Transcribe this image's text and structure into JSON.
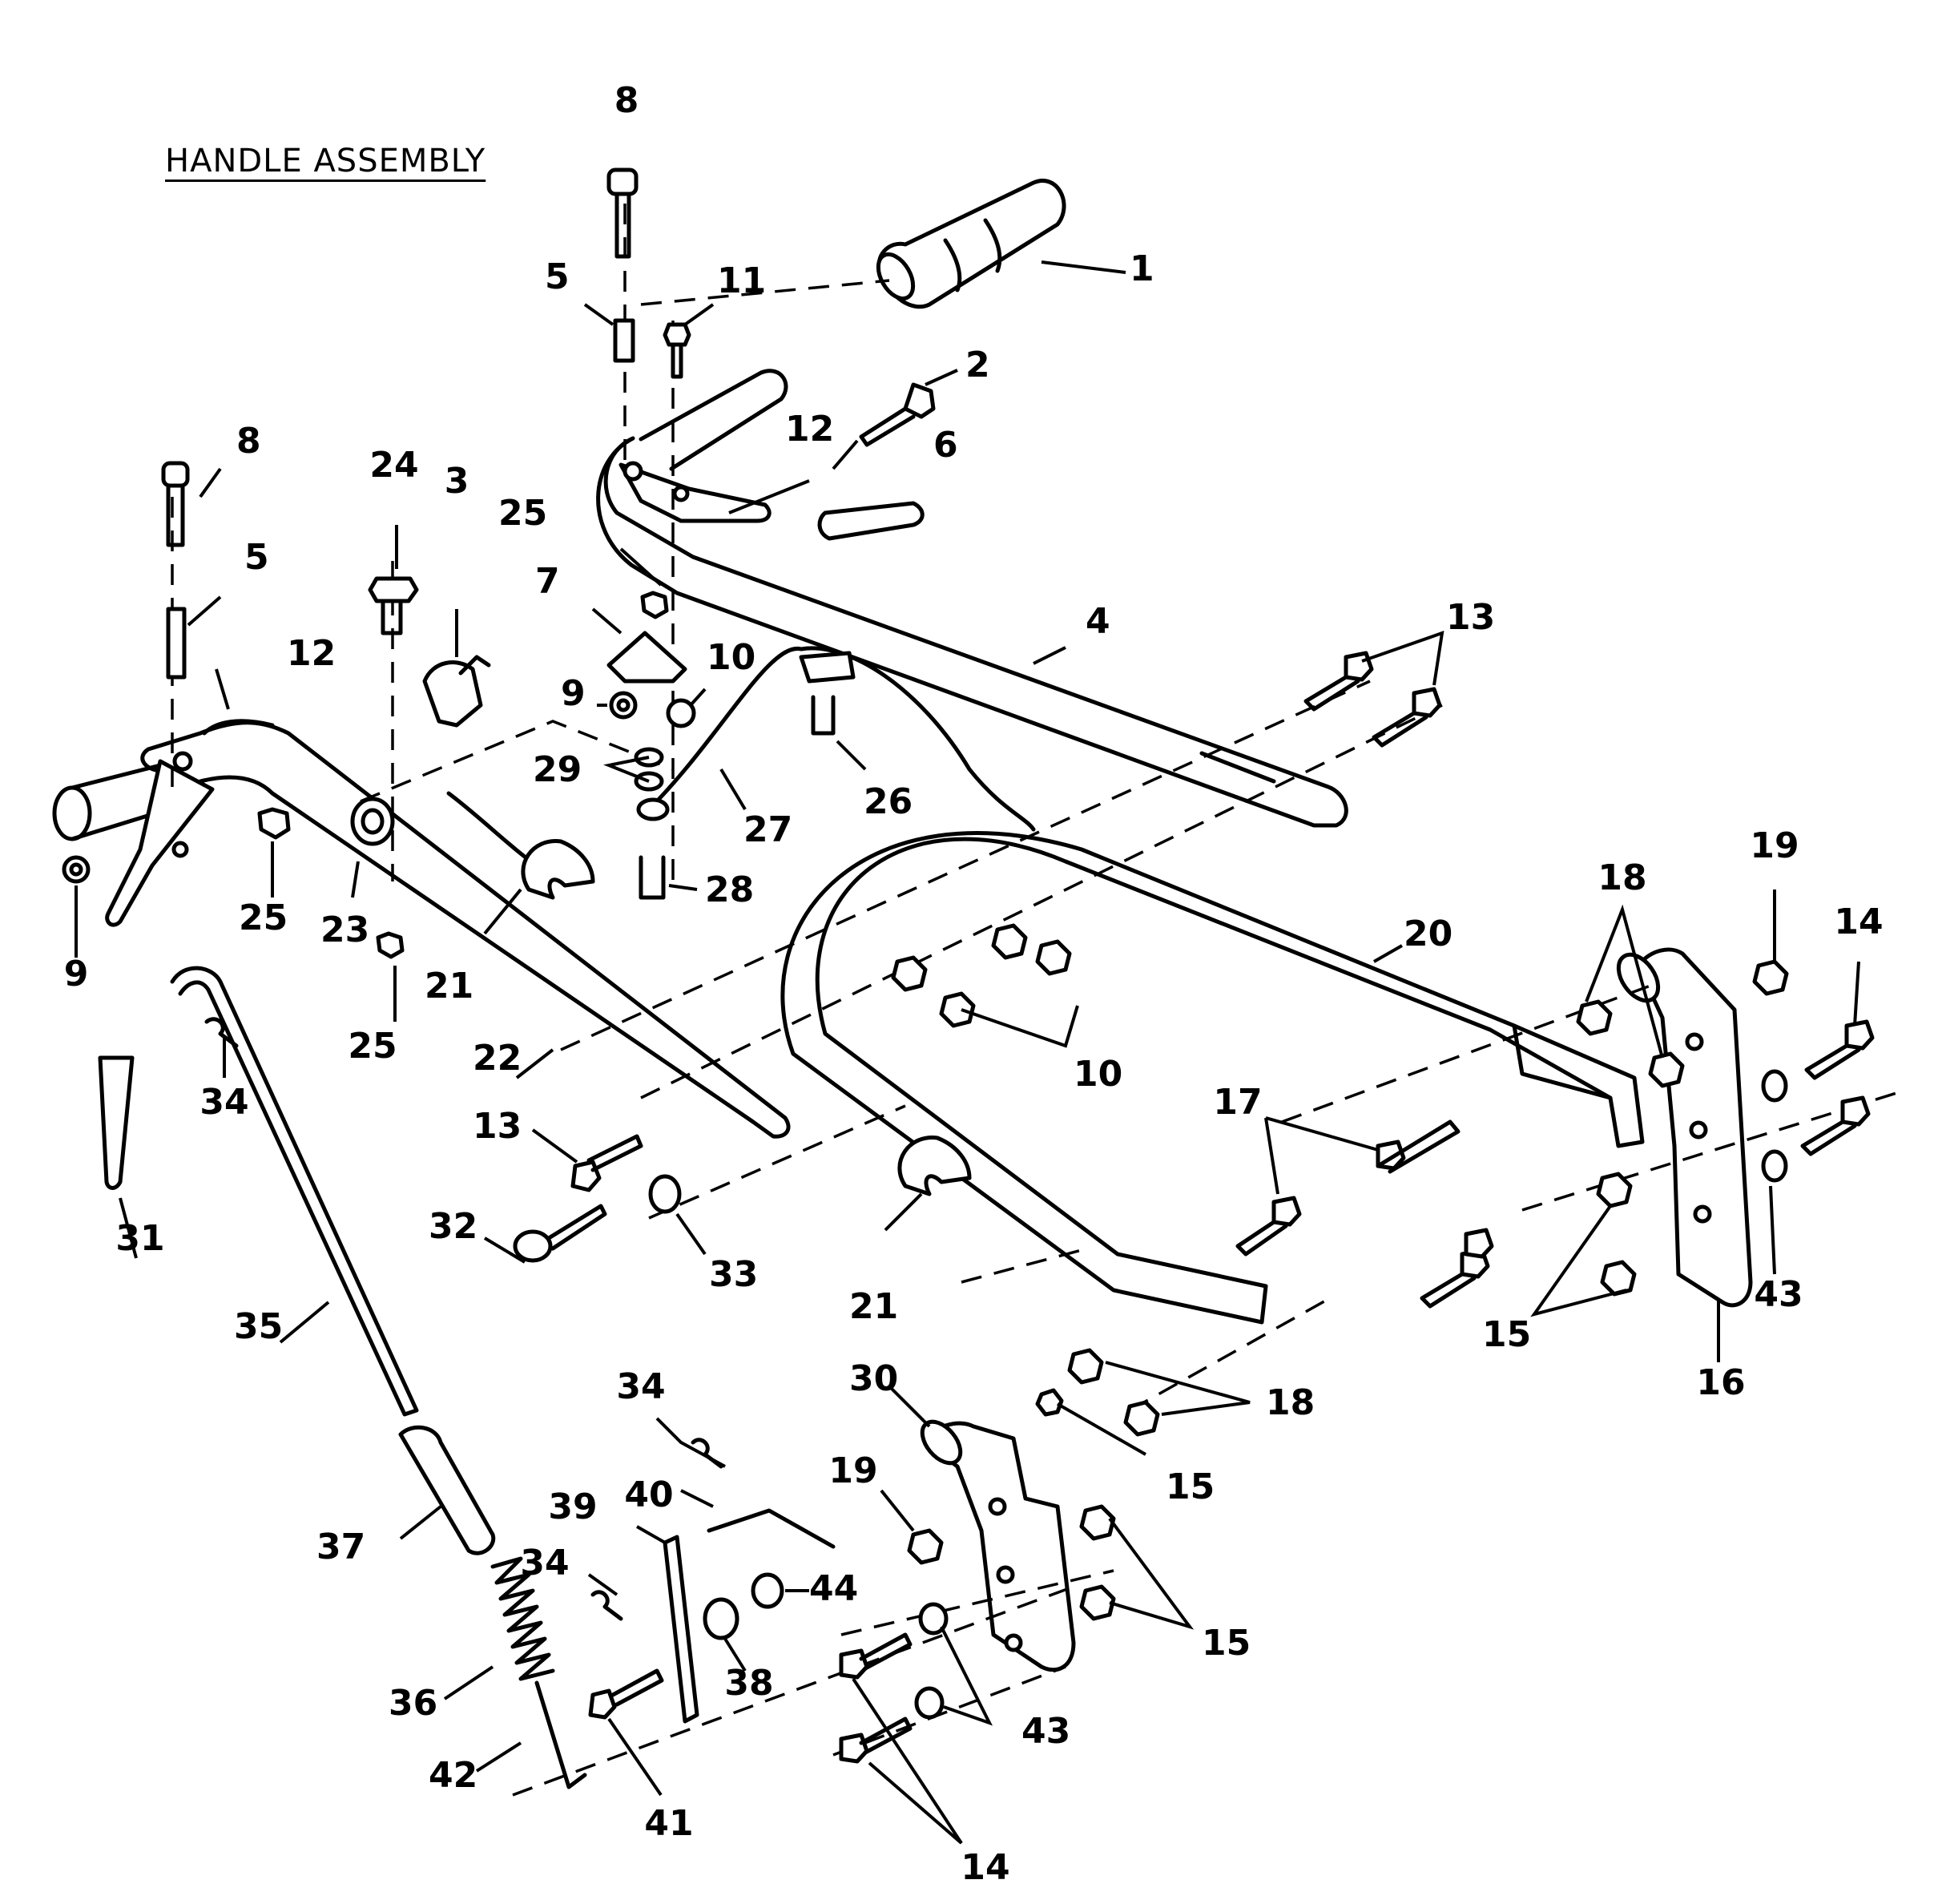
{
  "title": "HANDLE ASSEMBLY",
  "callouts": [
    {
      "id": "c-8a",
      "text": "8"
    },
    {
      "id": "c-11",
      "text": "11"
    },
    {
      "id": "c-1",
      "text": "1"
    },
    {
      "id": "c-5a",
      "text": "5"
    },
    {
      "id": "c-2",
      "text": "2"
    },
    {
      "id": "c-12a",
      "text": "12"
    },
    {
      "id": "c-6",
      "text": "6"
    },
    {
      "id": "c-8b",
      "text": "8"
    },
    {
      "id": "c-24",
      "text": "24"
    },
    {
      "id": "c-3",
      "text": "3"
    },
    {
      "id": "c-25a",
      "text": "25"
    },
    {
      "id": "c-5b",
      "text": "5"
    },
    {
      "id": "c-7",
      "text": "7"
    },
    {
      "id": "c-4",
      "text": "4"
    },
    {
      "id": "c-13a",
      "text": "13"
    },
    {
      "id": "c-12b",
      "text": "12"
    },
    {
      "id": "c-10a",
      "text": "10"
    },
    {
      "id": "c-9a",
      "text": "9"
    },
    {
      "id": "c-29",
      "text": "29"
    },
    {
      "id": "c-27",
      "text": "27"
    },
    {
      "id": "c-26",
      "text": "26"
    },
    {
      "id": "c-28",
      "text": "28"
    },
    {
      "id": "c-25b",
      "text": "25"
    },
    {
      "id": "c-23",
      "text": "23"
    },
    {
      "id": "c-21a",
      "text": "21"
    },
    {
      "id": "c-20",
      "text": "20"
    },
    {
      "id": "c-18a",
      "text": "18"
    },
    {
      "id": "c-19a",
      "text": "19"
    },
    {
      "id": "c-14a",
      "text": "14"
    },
    {
      "id": "c-9b",
      "text": "9"
    },
    {
      "id": "c-25c",
      "text": "25"
    },
    {
      "id": "c-22",
      "text": "22"
    },
    {
      "id": "c-10b",
      "text": "10"
    },
    {
      "id": "c-34a",
      "text": "34"
    },
    {
      "id": "c-13b",
      "text": "13"
    },
    {
      "id": "c-17",
      "text": "17"
    },
    {
      "id": "c-31",
      "text": "31"
    },
    {
      "id": "c-32",
      "text": "32"
    },
    {
      "id": "c-33",
      "text": "33"
    },
    {
      "id": "c-43a",
      "text": "43"
    },
    {
      "id": "c-35",
      "text": "35"
    },
    {
      "id": "c-21b",
      "text": "21"
    },
    {
      "id": "c-15a",
      "text": "15"
    },
    {
      "id": "c-16",
      "text": "16"
    },
    {
      "id": "c-34b",
      "text": "34"
    },
    {
      "id": "c-30",
      "text": "30"
    },
    {
      "id": "c-18b",
      "text": "18"
    },
    {
      "id": "c-15b",
      "text": "15"
    },
    {
      "id": "c-39",
      "text": "39"
    },
    {
      "id": "c-40",
      "text": "40"
    },
    {
      "id": "c-19b",
      "text": "19"
    },
    {
      "id": "c-37",
      "text": "37"
    },
    {
      "id": "c-44",
      "text": "44"
    },
    {
      "id": "c-34c",
      "text": "34"
    },
    {
      "id": "c-15c",
      "text": "15"
    },
    {
      "id": "c-38",
      "text": "38"
    },
    {
      "id": "c-36",
      "text": "36"
    },
    {
      "id": "c-43b",
      "text": "43"
    },
    {
      "id": "c-42",
      "text": "42"
    },
    {
      "id": "c-41",
      "text": "41"
    },
    {
      "id": "c-14b",
      "text": "14"
    }
  ]
}
